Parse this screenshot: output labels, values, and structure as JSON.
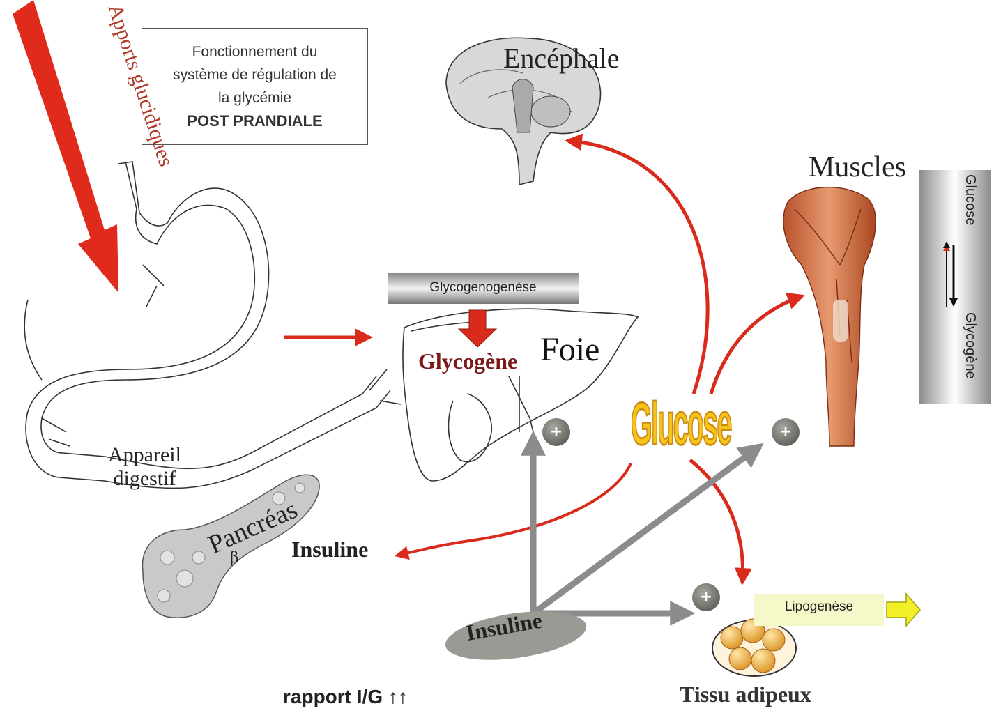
{
  "title_box": {
    "line1": "Fonctionnement du",
    "line2": "système de régulation de",
    "line3": "la glycémie",
    "line4": "POST PRANDIALE"
  },
  "labels": {
    "apports": "Apports glucidiques",
    "encephale": "Encéphale",
    "muscles": "Muscles",
    "foie": "Foie",
    "glycogene_foie": "Glycogène",
    "glycogenogenese": "Glycogenogenèse",
    "appareil_line1": "Appareil",
    "appareil_line2": "digestif",
    "pancreas": "Pancréas",
    "beta": "β",
    "insuline_left": "Insuline",
    "insuline_ellipse": "Insuline",
    "glucose": "Glucose",
    "rapport": "rapport I/G ↑↑",
    "tissu": "Tissu adipeux",
    "lipogenese": "Lipogenèse",
    "side_glucose": "Glucose",
    "side_glycogene": "Glycogène",
    "plus": "+"
  },
  "colors": {
    "red_arrow": "#d92a1c",
    "grey_arrow": "#8c8c8c",
    "glucose_fill": "#f6c21b",
    "plus_circle": "#7a7a72",
    "lipo_box": "#f5f9c9",
    "lipo_arrow": "#f0ef28"
  }
}
